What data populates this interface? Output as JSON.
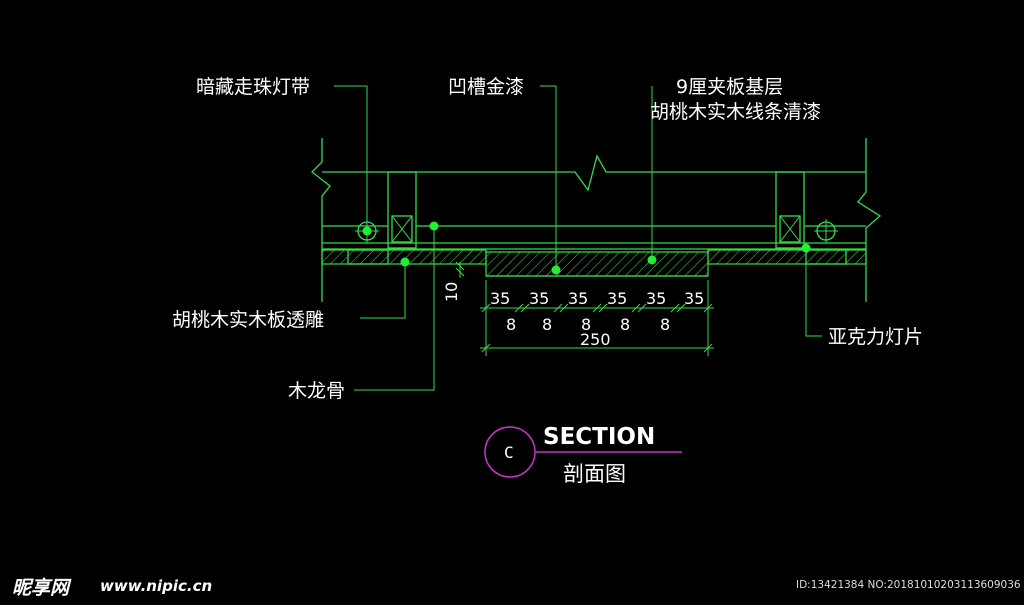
{
  "labels": {
    "hidden_light": "暗藏走珠灯带",
    "groove_paint": "凹槽金漆",
    "plywood_line1": "9厘夹板基层",
    "plywood_line2": "胡桃木实木线条清漆",
    "walnut_carving": "胡桃木实木板透雕",
    "wood_keel": "木龙骨",
    "acrylic": "亚克力灯片"
  },
  "dimensions": {
    "thickness": "10",
    "segments": [
      "35",
      "35",
      "35",
      "35",
      "35",
      "35"
    ],
    "gaps": [
      "8",
      "8",
      "8",
      "8",
      "8"
    ],
    "total": "250"
  },
  "title": {
    "symbol": "C",
    "heading": "SECTION",
    "sub": "剖面图"
  },
  "watermark": {
    "logo": "昵享网",
    "site": "www.nipic.cn",
    "id": "ID:13421384 NO:20181010203113609036"
  },
  "colors": {
    "line": "#33dd44",
    "text": "#ffffff",
    "symbol": "#cc33cc",
    "background": "#000000"
  }
}
